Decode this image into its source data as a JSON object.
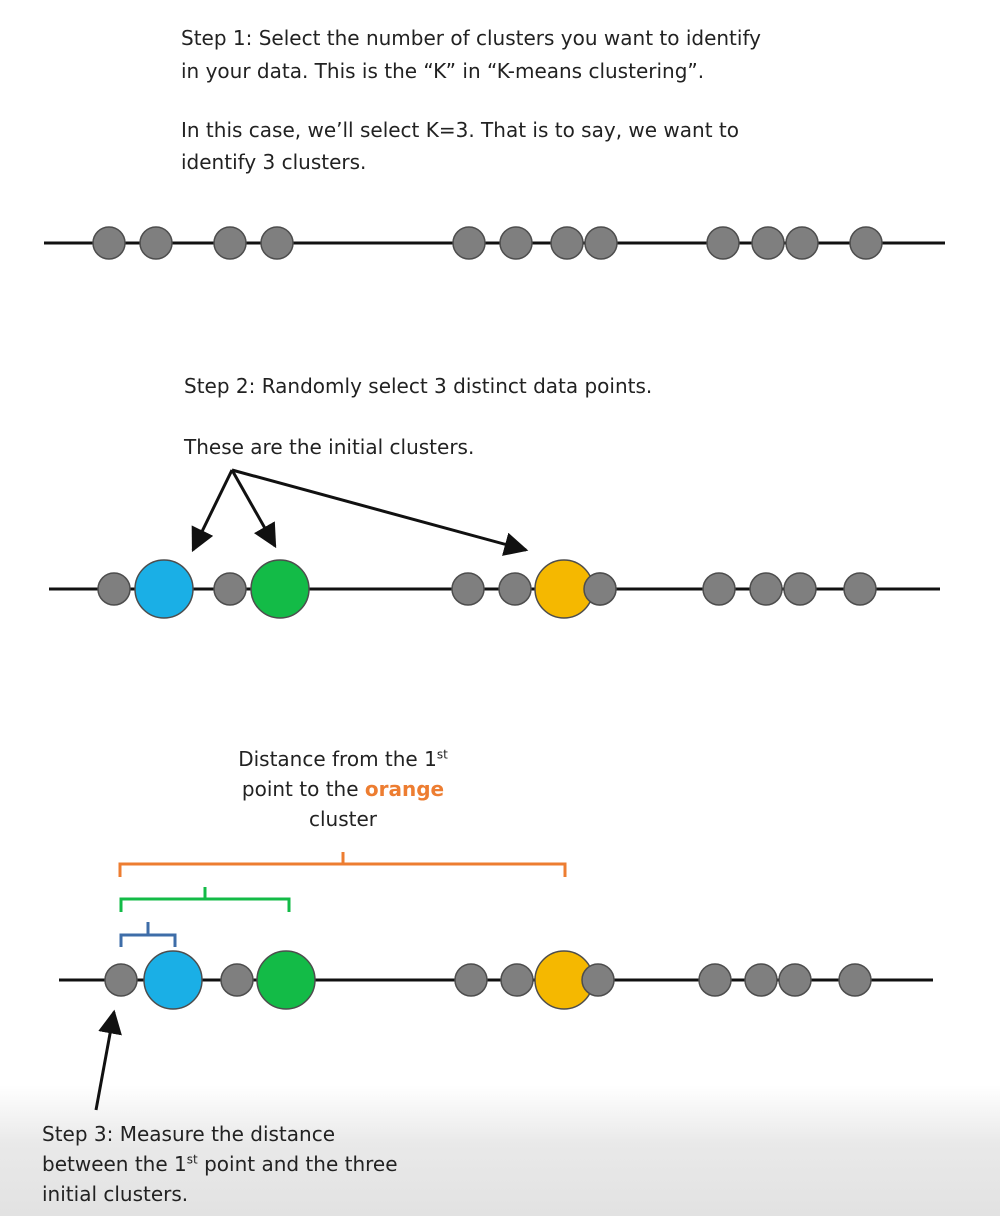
{
  "step1": {
    "line1": "Step 1: Select the number of clusters you want to identify",
    "line2": "in your data. This is the “K” in “K-means clustering”.",
    "line3": "In this case, we’ll select K=3. That is to say, we want to",
    "line4": "identify 3 clusters."
  },
  "step2": {
    "line1": "Step 2: Randomly select 3 distinct data points.",
    "line2": "These are the initial clusters."
  },
  "distance_label": {
    "line1_pre": "Distance from the 1",
    "line1_sup": "st",
    "line2_pre": "point to the ",
    "line2_highlight": "orange",
    "line3": "cluster"
  },
  "step3": {
    "line1": "Step 3: Measure the distance",
    "line2_pre": "between the 1",
    "line2_sup": "st",
    "line2_post": " point and the three",
    "line3": "initial clusters."
  },
  "colors": {
    "point": "#7f7f7f",
    "blue_cluster": "#1AAFE6",
    "green_cluster": "#13BB47",
    "orange_cluster": "#F5B800",
    "orange_bracket": "#ED7D31",
    "green_bracket": "#13BB47",
    "blue_bracket": "#3E6DA8"
  }
}
